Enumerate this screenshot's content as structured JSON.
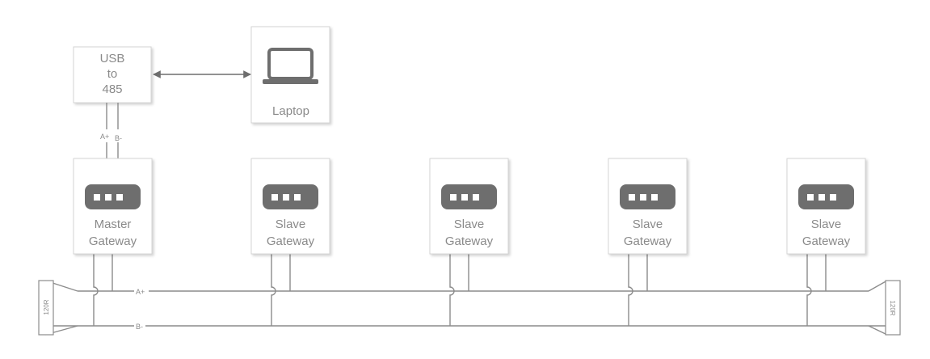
{
  "usb_converter": {
    "lines": [
      "USB",
      "to",
      "485"
    ]
  },
  "laptop": {
    "label": "Laptop",
    "icon": "laptop-icon"
  },
  "cable_labels": {
    "a": "A+",
    "b": "B-"
  },
  "gateways": [
    {
      "line1": "Master",
      "line2": "Gateway",
      "icon": "gateway-device-icon"
    },
    {
      "line1": "Slave",
      "line2": "Gateway",
      "icon": "gateway-device-icon"
    },
    {
      "line1": "Slave",
      "line2": "Gateway",
      "icon": "gateway-device-icon"
    },
    {
      "line1": "Slave",
      "line2": "Gateway",
      "icon": "gateway-device-icon"
    },
    {
      "line1": "Slave",
      "line2": "Gateway",
      "icon": "gateway-device-icon"
    }
  ],
  "bus": {
    "a_label": "A+",
    "b_label": "B-"
  },
  "terminators": {
    "left": "120R",
    "right": "120R"
  },
  "colors": {
    "line": "#8c8c8c",
    "text": "#8a8a8a",
    "device": "#6e6e6e",
    "box_border": "#d4d4d4"
  }
}
